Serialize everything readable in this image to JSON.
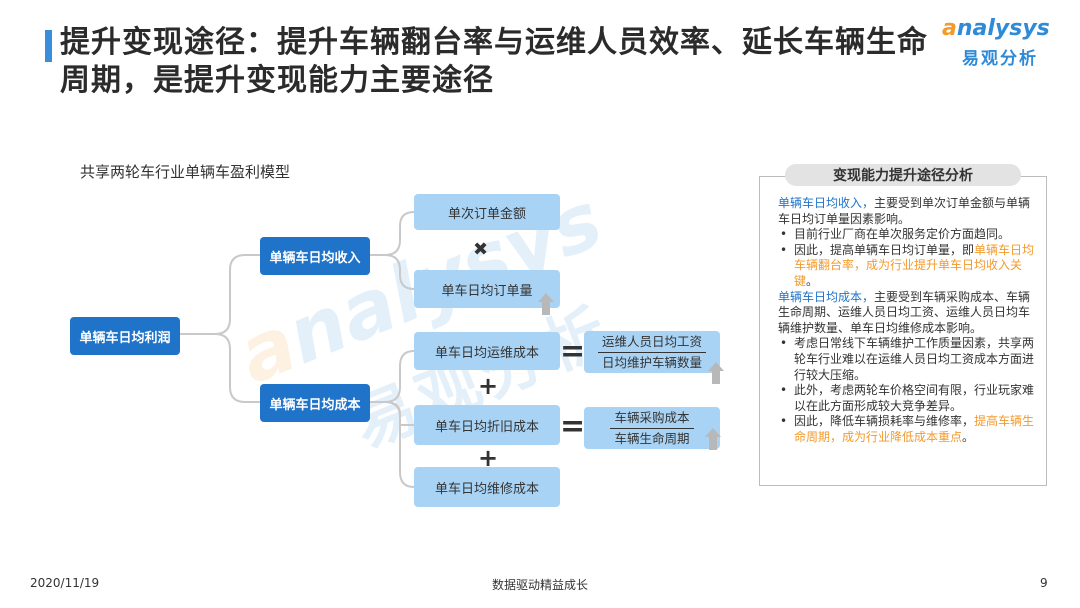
{
  "header": {
    "title": "提升变现途径：提升车辆翻台率与运维人员效率、延长车辆生命周期，是提升变现能力主要途径",
    "logo_en_prefix": "a",
    "logo_en_rest": "nalysys",
    "logo_cn": "易观分析"
  },
  "diagram": {
    "subtitle": "共享两轮车行业单辆车盈利模型",
    "root": "单辆车日均利润",
    "income": "单辆车日均收入",
    "cost": "单辆车日均成本",
    "order_amount": "单次订单金额",
    "daily_orders": "单车日均订单量",
    "ops_cost": "单车日均运维成本",
    "depreciation_cost": "单车日均折旧成本",
    "repair_cost": "单车日均维修成本",
    "ops_frac_num": "运维人员日均工资",
    "ops_frac_den": "日均维护车辆数量",
    "dep_frac_num": "车辆采购成本",
    "dep_frac_den": "车辆生命周期",
    "op_multiply": "✖",
    "op_plus": "+",
    "op_equals": "="
  },
  "panel": {
    "header": "变现能力提升途径分析",
    "p1_lead": "单辆车日均收入，",
    "p1_text": "主要受到单次订单金额与单辆车日均订单量因素影响。",
    "b1": "目前行业厂商在单次服务定价方面趋同。",
    "b2_a": "因此，提高单辆车日均订单量，即",
    "b2_b": "单辆车日均车辆翻台率，成为行业提升单车日均收入关键",
    "b2_c": "。",
    "p2_lead": "单辆车日均成本，",
    "p2_text": "主要受到车辆采购成本、车辆生命周期、运维人员日均工资、运维人员日均车辆维护数量、单车日均维修成本影响。",
    "b3": "考虑日常线下车辆维护工作质量因素，共享两轮车行业难以在运维人员日均工资成本方面进行较大压缩。",
    "b4": "此外，考虑两轮车价格空间有限，行业玩家难以在此方面形成较大竞争差异。",
    "b5_a": "因此，降低车辆损耗率与维修率，",
    "b5_b": "提高车辆生命周期，成为行业降低成本重点",
    "b5_c": "。",
    "bullet": "•"
  },
  "footer": {
    "date": "2020/11/19",
    "slogan": "数据驱动精益成长",
    "page": "9"
  },
  "colors": {
    "dark_node": "#1f73c9",
    "light_node": "#a9d3f5",
    "accent_orange": "#f39a2c",
    "title_bar": "#3a8fdc"
  }
}
